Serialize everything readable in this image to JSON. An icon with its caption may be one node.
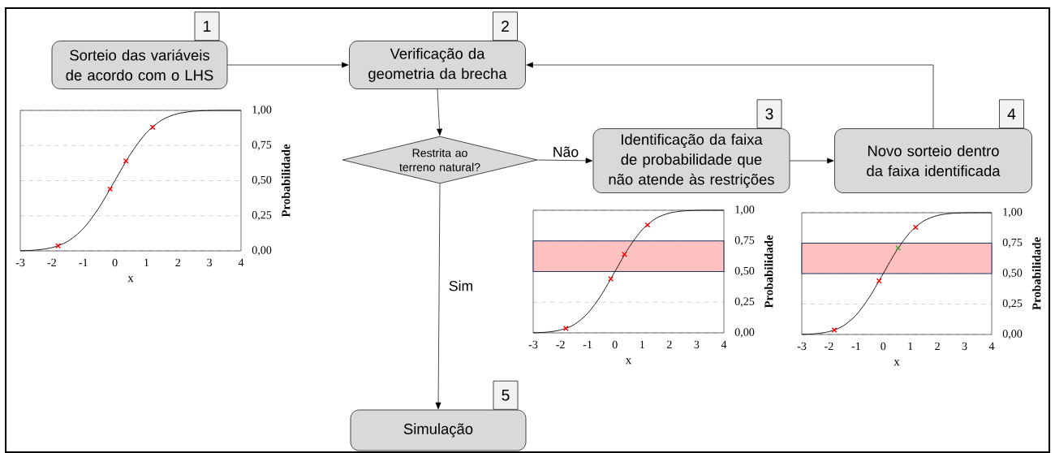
{
  "diagram": {
    "nodes": [
      {
        "text": [
          "Sorteio das variáveis de acordo com o LHS"
        ],
        "beside": [
          "1"
        ]
      },
      {
        "text": [
          "Verificação da geometria da brecha"
        ],
        "beside": [
          "2"
        ]
      },
      {
        "text": [
          "Restrita ao terreno natural?"
        ]
      },
      {
        "text": [
          "Identificação da faixa de probabilidade que não atende às restrições"
        ],
        "beside": [
          "3"
        ]
      },
      {
        "text": [
          "Novo sorteio dentro da faixa identificada"
        ],
        "beside": [
          "4"
        ]
      },
      {
        "text": [
          "Simulação"
        ],
        "beside": [
          "5"
        ]
      }
    ],
    "edges": [
      {
        "from": 0,
        "to": 1,
        "arrow": "to"
      },
      {
        "from": 1,
        "to": 2,
        "arrow": "to"
      },
      {
        "from": 2,
        "to": 3,
        "arrow": "to",
        "label": "Não"
      },
      {
        "from": 3,
        "to": 4,
        "arrow": "to"
      },
      {
        "from": 4,
        "to": 1,
        "arrow": "to"
      },
      {
        "from": 2,
        "to": 5,
        "arrow": "to",
        "label": "Sim"
      }
    ],
    "chart_data": [
      {
        "type": "line",
        "xlabel": "x",
        "ylabel": "Probabilidade",
        "xlim": [
          -3,
          4
        ],
        "ylim": [
          0,
          1
        ],
        "xticks": [
          {
            "value": -3,
            "label": "-3"
          },
          {
            "value": -2,
            "label": "-2"
          },
          {
            "value": -1,
            "label": "-1"
          },
          {
            "value": 0,
            "label": "0"
          },
          {
            "value": 1,
            "label": "1"
          },
          {
            "value": 2,
            "label": "2"
          },
          {
            "value": 3,
            "label": "3"
          },
          {
            "value": 4,
            "label": "4"
          }
        ],
        "yticks": [
          {
            "value": 0,
            "label": "0,00"
          },
          {
            "value": 0.25,
            "label": "0,25"
          },
          {
            "value": 0.5,
            "label": "0,50"
          },
          {
            "value": 0.75,
            "label": "0,75"
          },
          {
            "value": 1,
            "label": "1,00"
          }
        ],
        "series": [
          {
            "color": "#000000",
            "x": [
              -3,
              -2.5,
              -2,
              -1.5,
              -1,
              -0.5,
              0,
              0.5,
              1,
              1.5,
              2,
              2.5,
              3,
              3.5,
              4
            ],
            "values": [
              0.001,
              0.006,
              0.023,
              0.067,
              0.159,
              0.309,
              0.5,
              0.691,
              0.841,
              0.933,
              0.977,
              0.994,
              0.999,
              1.0,
              1.0
            ]
          },
          {
            "type": "scatter",
            "marker": "x",
            "color": "#ff0000",
            "x": [
              -1.8,
              -0.15,
              0.35,
              1.2
            ],
            "values": [
              0.036,
              0.44,
              0.64,
              0.88
            ]
          }
        ],
        "grid": true
      },
      {
        "type": "line",
        "xlabel": "x",
        "ylabel": "Probabilidade",
        "xlim": [
          -3,
          4
        ],
        "ylim": [
          0,
          1
        ],
        "xticks": [
          {
            "value": -3,
            "label": "-3"
          },
          {
            "value": -2,
            "label": "-2"
          },
          {
            "value": -1,
            "label": "-1"
          },
          {
            "value": 0,
            "label": "0"
          },
          {
            "value": 1,
            "label": "1"
          },
          {
            "value": 2,
            "label": "2"
          },
          {
            "value": 3,
            "label": "3"
          },
          {
            "value": 4,
            "label": "4"
          }
        ],
        "yticks": [
          {
            "value": 0,
            "label": "0,00"
          },
          {
            "value": 0.25,
            "label": "0,25"
          },
          {
            "value": 0.5,
            "label": "0,50"
          },
          {
            "value": 0.75,
            "label": "0,75"
          },
          {
            "value": 1,
            "label": "1,00"
          }
        ],
        "series": [
          {
            "color": "#000000",
            "x": [
              -3,
              -2.5,
              -2,
              -1.5,
              -1,
              -0.5,
              0,
              0.5,
              1,
              1.5,
              2,
              2.5,
              3,
              3.5,
              4
            ],
            "values": [
              0.001,
              0.006,
              0.023,
              0.067,
              0.159,
              0.309,
              0.5,
              0.691,
              0.841,
              0.933,
              0.977,
              0.994,
              0.999,
              1.0,
              1.0
            ]
          },
          {
            "type": "scatter",
            "marker": "x",
            "color": "#ff0000",
            "x": [
              -1.8,
              -0.15,
              0.35,
              1.2
            ],
            "values": [
              0.036,
              0.44,
              0.64,
              0.88
            ]
          }
        ],
        "grid": true,
        "bands": [
          {
            "axis": "y",
            "from": 0.5,
            "to": 0.75,
            "color": "#ffc0c0"
          }
        ]
      },
      {
        "type": "line",
        "xlabel": "x",
        "ylabel": "Probabilidade",
        "xlim": [
          -3,
          4
        ],
        "ylim": [
          0,
          1
        ],
        "xticks": [
          {
            "value": -3,
            "label": "-3"
          },
          {
            "value": -2,
            "label": "-2"
          },
          {
            "value": -1,
            "label": "-1"
          },
          {
            "value": 0,
            "label": "0"
          },
          {
            "value": 1,
            "label": "1"
          },
          {
            "value": 2,
            "label": "2"
          },
          {
            "value": 3,
            "label": "3"
          },
          {
            "value": 4,
            "label": "4"
          }
        ],
        "yticks": [
          {
            "value": 0,
            "label": "0,00"
          },
          {
            "value": 0.25,
            "label": "0,25"
          },
          {
            "value": 0.5,
            "label": "0,50"
          },
          {
            "value": 0.75,
            "label": "0,75"
          },
          {
            "value": 1,
            "label": "1,00"
          }
        ],
        "series": [
          {
            "color": "#000000",
            "x": [
              -3,
              -2.5,
              -2,
              -1.5,
              -1,
              -0.5,
              0,
              0.5,
              1,
              1.5,
              2,
              2.5,
              3,
              3.5,
              4
            ],
            "values": [
              0.001,
              0.006,
              0.023,
              0.067,
              0.159,
              0.309,
              0.5,
              0.691,
              0.841,
              0.933,
              0.977,
              0.994,
              0.999,
              1.0,
              1.0
            ]
          },
          {
            "type": "scatter",
            "marker": "x",
            "color": "#ff0000",
            "x": [
              -1.8,
              -0.15,
              1.2
            ],
            "values": [
              0.036,
              0.44,
              0.88
            ]
          },
          {
            "type": "scatter",
            "marker": "x",
            "color": "#4a9a3a",
            "x": [
              0.55
            ],
            "values": [
              0.71
            ]
          }
        ],
        "grid": true,
        "bands": [
          {
            "axis": "y",
            "from": 0.5,
            "to": 0.75,
            "color": "#ffc0c0"
          }
        ]
      }
    ]
  }
}
